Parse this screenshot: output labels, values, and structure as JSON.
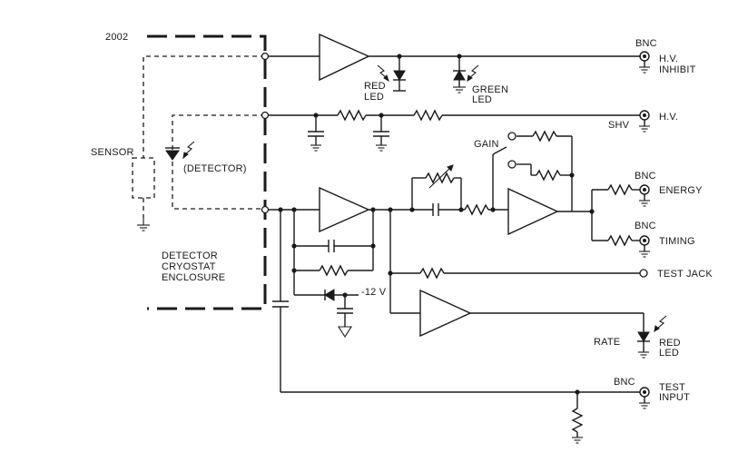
{
  "figure_number": "2002",
  "enclosure_label": [
    "DETECTOR",
    "CRYOSTAT",
    "ENCLOSURE"
  ],
  "sensor_label": "SENSOR",
  "detector_label": "(DETECTOR)",
  "led_labels": {
    "red_top": [
      "RED",
      "LED"
    ],
    "green": [
      "GREEN",
      "LED"
    ],
    "red_rate": [
      "RED",
      "LED"
    ]
  },
  "connectors": {
    "hv_inhibit": {
      "type": "BNC",
      "name": [
        "H.V.",
        "INHIBIT"
      ]
    },
    "hv": {
      "type": "SHV",
      "name": "H.V."
    },
    "energy": {
      "type": "BNC",
      "name": "ENERGY"
    },
    "timing": {
      "type": "BNC",
      "name": "TIMING"
    },
    "test_jack": {
      "name": "TEST  JACK"
    },
    "test_input": {
      "type": "BNC",
      "name": [
        "TEST",
        "INPUT"
      ]
    }
  },
  "gain_label": "GAIN",
  "rate_label": "RATE",
  "supply_label": "-12  V"
}
